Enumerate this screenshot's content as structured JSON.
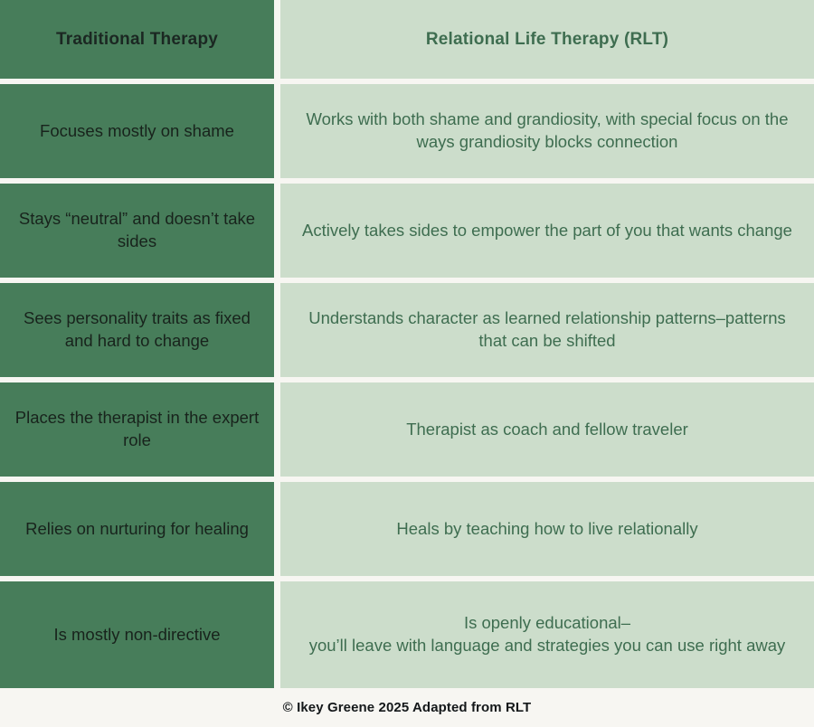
{
  "table": {
    "columns": [
      {
        "id": "traditional",
        "header": "Traditional Therapy"
      },
      {
        "id": "rlt",
        "header": "Relational Life Therapy (RLT)"
      }
    ],
    "rows": [
      {
        "left": "Focuses mostly on shame",
        "right": "Works with both shame and grandiosity, with special focus on the ways grandiosity blocks connection"
      },
      {
        "left": "Stays “neutral” and doesn’t take sides",
        "right": "Actively takes sides to empower the part of you that wants change"
      },
      {
        "left": "Sees personality traits as fixed and hard to change",
        "right": "Understands character as learned relationship patterns–patterns that can be shifted"
      },
      {
        "left": "Places the therapist in the expert role",
        "right": "Therapist as coach and fellow traveler"
      },
      {
        "left": "Relies on nurturing for healing",
        "right": "Heals by teaching how to live relationally"
      },
      {
        "left": "Is mostly non-directive",
        "right": "Is openly educational–\nyou’ll leave with language and strategies you can use right away"
      }
    ]
  },
  "footer": {
    "credit": "© Ikey Greene 2025 Adapted from RLT"
  },
  "colors": {
    "left_column_bg": "#477d5a",
    "right_column_bg": "#ccddcb",
    "page_bg": "#f7f6f2",
    "left_text": "#18231c",
    "right_text": "#3e6d50",
    "footer_text": "#14181a"
  }
}
